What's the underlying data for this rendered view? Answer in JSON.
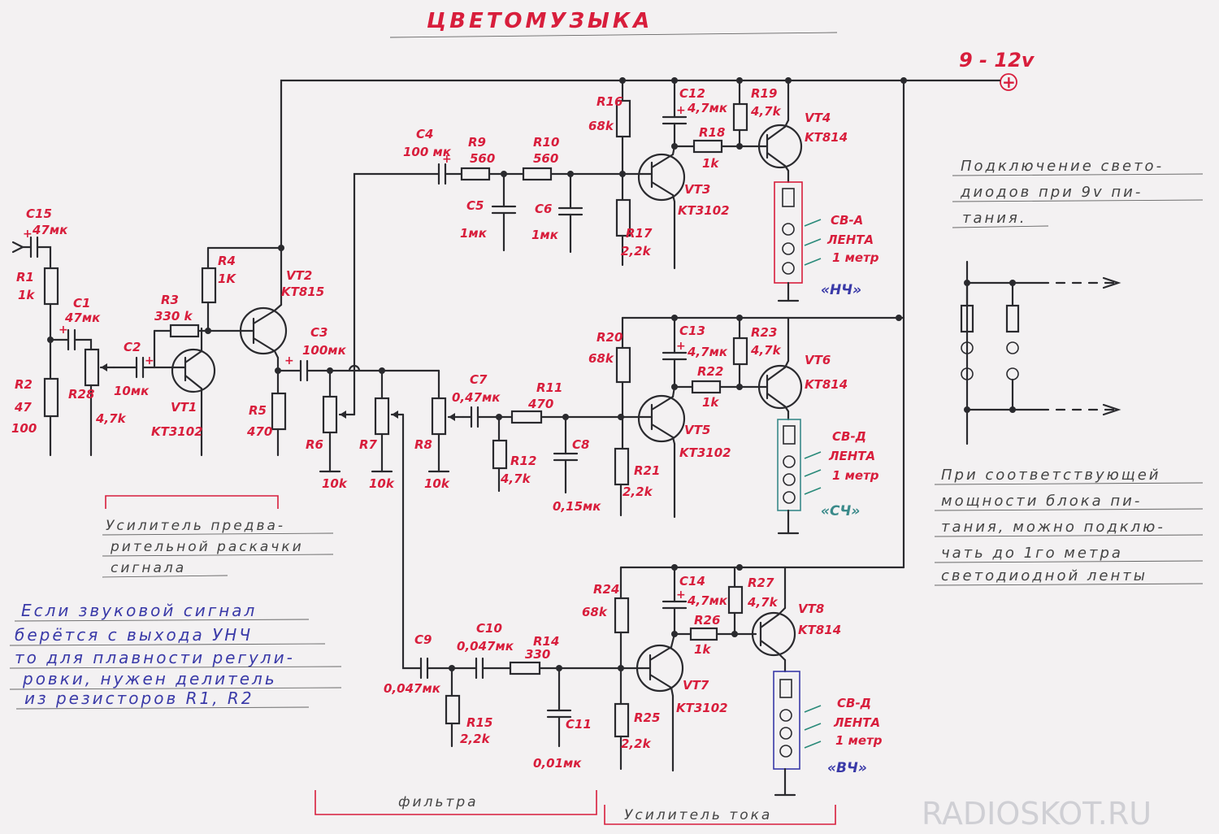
{
  "title": "ЦВЕТОМУЗЫКА",
  "supply": {
    "label": "9 - 12v",
    "plus": "+"
  },
  "components": {
    "C15": {
      "ref": "C15",
      "value": "47мк"
    },
    "R1": {
      "ref": "R1",
      "value": "1k"
    },
    "R2": {
      "ref": "R2",
      "value1": "47",
      "value2": "100"
    },
    "C1": {
      "ref": "C1",
      "value": "47мк"
    },
    "R28": {
      "ref": "R28",
      "value": "4,7k"
    },
    "C2": {
      "ref": "C2",
      "value": "10мк"
    },
    "R3": {
      "ref": "R3",
      "value": "330 k"
    },
    "R4": {
      "ref": "R4",
      "value": "1K"
    },
    "VT1": {
      "ref": "VT1",
      "type": "KT3102"
    },
    "VT2": {
      "ref": "VT2",
      "type": "KT815"
    },
    "R5": {
      "ref": "R5",
      "value": "470"
    },
    "C3": {
      "ref": "C3",
      "value": "100мк"
    },
    "R6": {
      "ref": "R6",
      "value": "10k"
    },
    "R7": {
      "ref": "R7",
      "value": "10k"
    },
    "R8": {
      "ref": "R8",
      "value": "10k"
    },
    "C4": {
      "ref": "C4",
      "value": "100 мк"
    },
    "R9": {
      "ref": "R9",
      "value": "560"
    },
    "R10": {
      "ref": "R10",
      "value": "560"
    },
    "C5": {
      "ref": "C5",
      "value": "1мк"
    },
    "C6": {
      "ref": "C6",
      "value": "1мк"
    },
    "R16": {
      "ref": "R16",
      "value": "68k"
    },
    "R17": {
      "ref": "R17",
      "value": "2,2k"
    },
    "VT3": {
      "ref": "VT3",
      "type": "KT3102"
    },
    "C12": {
      "ref": "C12",
      "value": "4,7мк"
    },
    "R18": {
      "ref": "R18",
      "value": "1k"
    },
    "R19": {
      "ref": "R19",
      "value": "4,7k"
    },
    "VT4": {
      "ref": "VT4",
      "type": "KT814"
    },
    "C7": {
      "ref": "C7",
      "value": "0,47мк"
    },
    "R11": {
      "ref": "R11",
      "value": "470"
    },
    "R12": {
      "ref": "R12",
      "value": "4,7k"
    },
    "C8": {
      "ref": "C8",
      "value": "0,15мк"
    },
    "R20": {
      "ref": "R20",
      "value": "68k"
    },
    "R21": {
      "ref": "R21",
      "value": "2,2k"
    },
    "VT5": {
      "ref": "VT5",
      "type": "KT3102"
    },
    "C13": {
      "ref": "C13",
      "value": "4,7мк"
    },
    "R22": {
      "ref": "R22",
      "value": "1k"
    },
    "R23": {
      "ref": "R23",
      "value": "4,7k"
    },
    "VT6": {
      "ref": "VT6",
      "type": "KT814"
    },
    "C9": {
      "ref": "C9",
      "value": "0,047мк"
    },
    "C10": {
      "ref": "C10",
      "value": "0,047мк"
    },
    "R14": {
      "ref": "R14",
      "value": "330"
    },
    "R15": {
      "ref": "R15",
      "value": "2,2k"
    },
    "C11": {
      "ref": "C11",
      "value": "0,01мк"
    },
    "R24": {
      "ref": "R24",
      "value": "68k"
    },
    "R25": {
      "ref": "R25",
      "value": "2,2k"
    },
    "VT7": {
      "ref": "VT7",
      "type": "KT3102"
    },
    "C14": {
      "ref": "C14",
      "value": "4,7мк"
    },
    "R26": {
      "ref": "R26",
      "value": "1k"
    },
    "R27": {
      "ref": "R27",
      "value": "4,7k"
    },
    "VT8": {
      "ref": "VT8",
      "type": "KT814"
    }
  },
  "strips": {
    "low": {
      "line1": "CB-A",
      "line2": "ЛЕНТА",
      "line3": "1 метр",
      "band": "«НЧ»"
    },
    "mid": {
      "line1": "CB-Д",
      "line2": "ЛЕНТА",
      "line3": "1 метр",
      "band": "«СЧ»"
    },
    "high": {
      "line1": "CB-Д",
      "line2": "ЛЕНТА",
      "line3": "1 метр",
      "band": "«ВЧ»"
    }
  },
  "notes": {
    "connection": [
      "Подключение свето-",
      "диодов при 9v пи-",
      "тания."
    ],
    "power": [
      "При соответствующей",
      "мощности блока пи-",
      "тания, можно подклю-",
      "чать до 1го метра",
      "светодиодной ленты"
    ],
    "divider": [
      "Если звуковой сигнал",
      "берётся с выхода УНЧ",
      "то для плавности регули-",
      "ровки, нужен делитель",
      "из резисторов R1, R2"
    ],
    "preamp": [
      "Усилитель предва-",
      "рительной раскачки",
      "сигнала"
    ],
    "filters": "фильтра",
    "current_amp": "Усилитель тока"
  },
  "watermark": "RADIOSKOT.RU"
}
